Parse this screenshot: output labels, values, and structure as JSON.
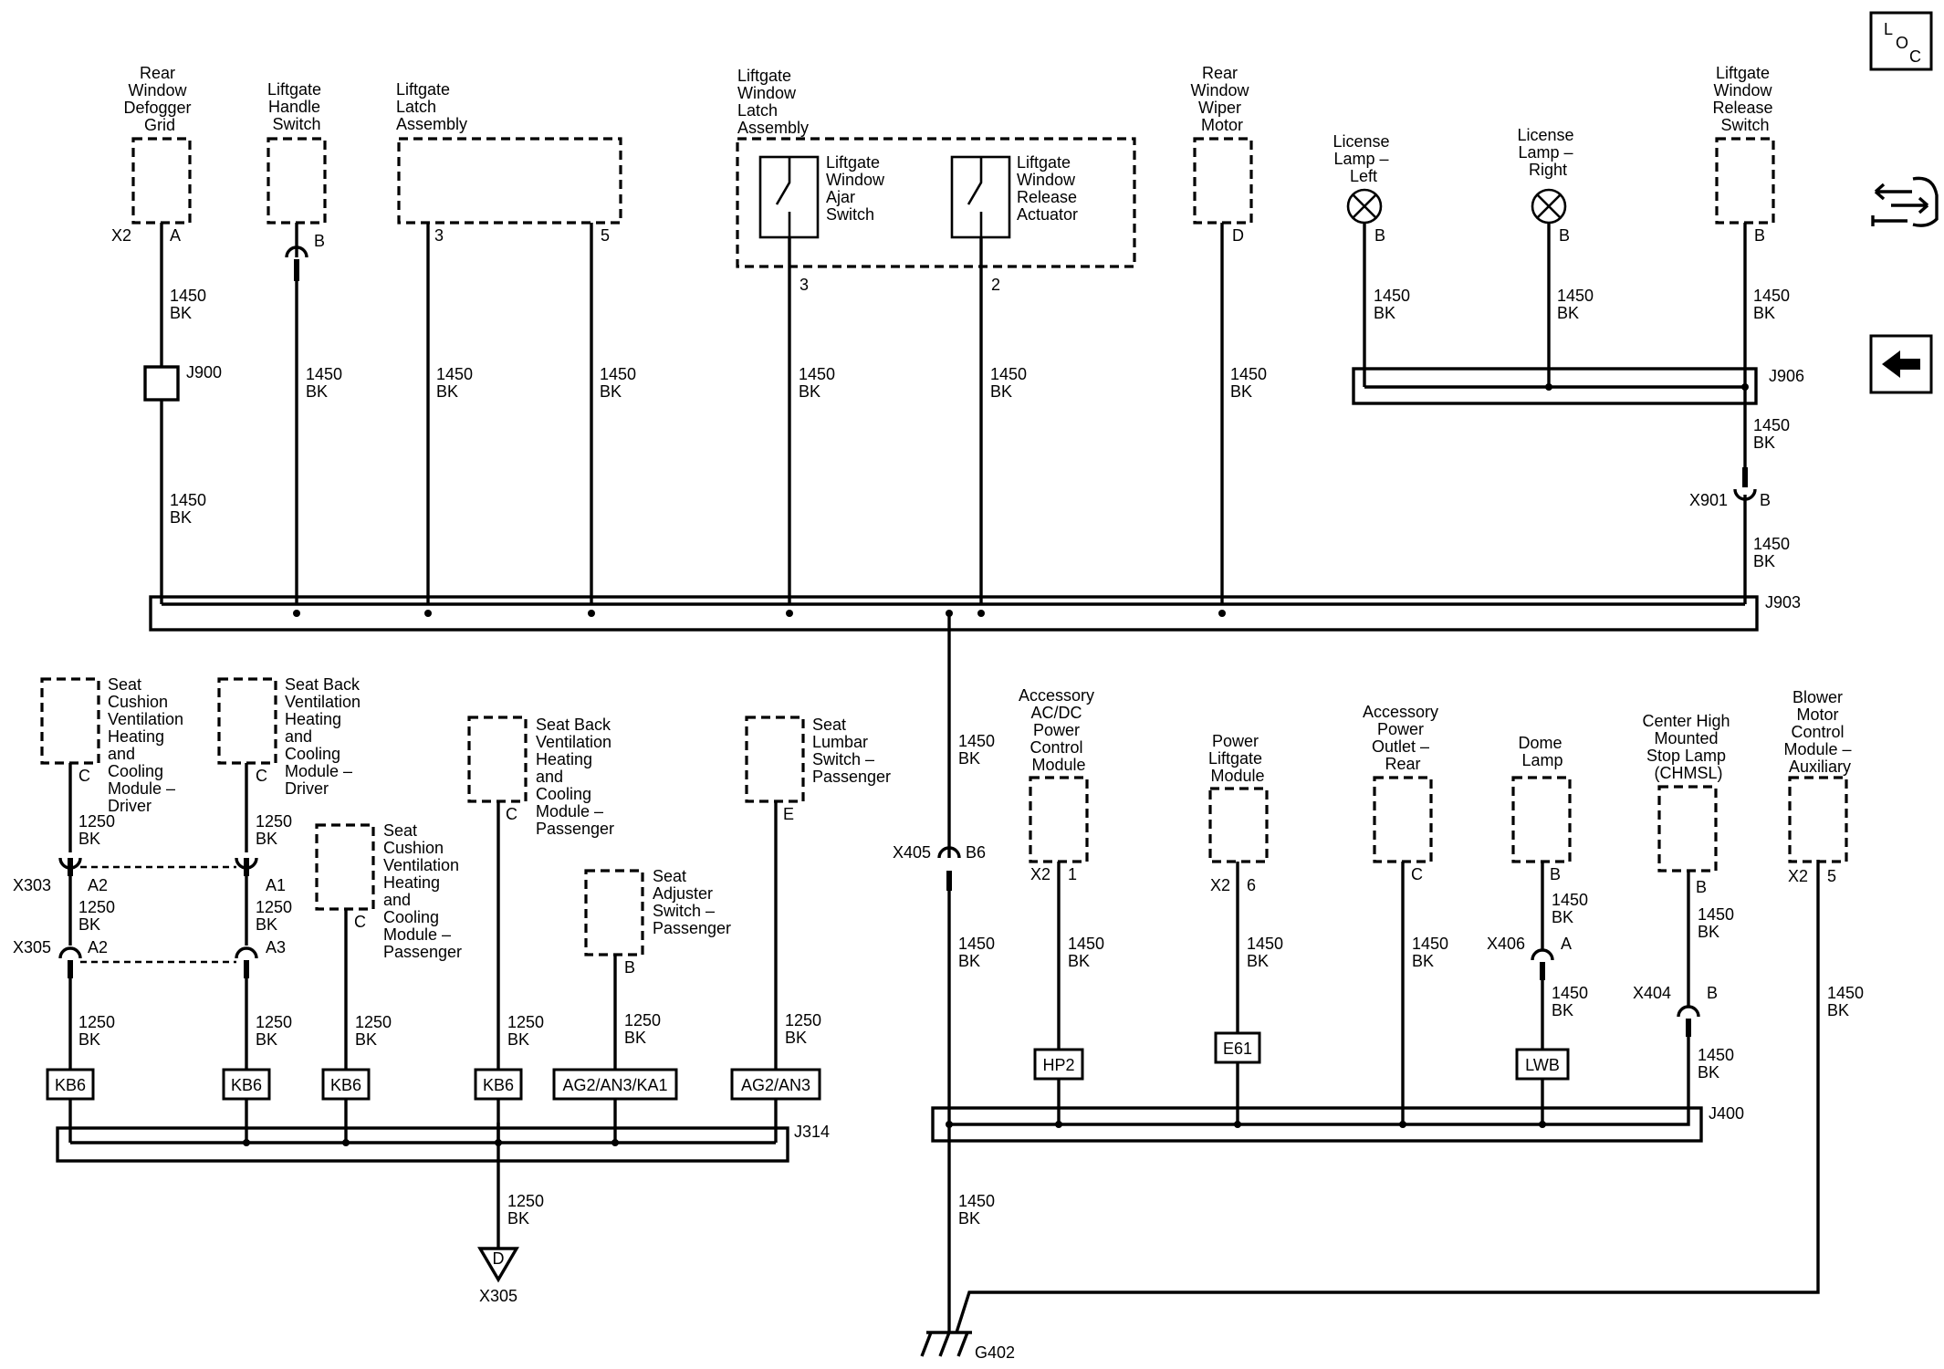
{
  "nav": {
    "loc_L": "L",
    "loc_O": "O",
    "loc_C": "C",
    "loc_icon": "loc-icon",
    "connector_icon": "connector-wrench-icon",
    "back_icon": "back-arrow-icon"
  },
  "wire": {
    "gauge_1450": "1450",
    "gauge_1250": "1250",
    "color": "BK"
  },
  "components": {
    "rear_defogger": [
      "Rear",
      "Window",
      "Defogger",
      "Grid"
    ],
    "handle_switch": [
      "Liftgate",
      "Handle",
      "Switch"
    ],
    "latch_assembly": [
      "Liftgate",
      "Latch",
      "Assembly"
    ],
    "window_latch_assembly": [
      "Liftgate",
      "Window",
      "Latch",
      "Assembly"
    ],
    "ajar_switch": [
      "Liftgate",
      "Window",
      "Ajar",
      "Switch"
    ],
    "release_actuator": [
      "Liftgate",
      "Window",
      "Release",
      "Actuator"
    ],
    "wiper_motor": [
      "Rear",
      "Window",
      "Wiper",
      "Motor"
    ],
    "license_lamp_left": [
      "License",
      "Lamp –",
      "Left"
    ],
    "license_lamp_right": [
      "License",
      "Lamp –",
      "Right"
    ],
    "window_release_switch": [
      "Liftgate",
      "Window",
      "Release",
      "Switch"
    ],
    "seat_cushion_driver": [
      "Seat",
      "Cushion",
      "Ventilation",
      "Heating",
      "and",
      "Cooling",
      "Module –",
      "Driver"
    ],
    "seat_back_driver": [
      "Seat Back",
      "Ventilation",
      "Heating",
      "and",
      "Cooling",
      "Module –",
      "Driver"
    ],
    "seat_cushion_passenger": [
      "Seat",
      "Cushion",
      "Ventilation",
      "Heating",
      "and",
      "Cooling",
      "Module –",
      "Passenger"
    ],
    "seat_back_passenger": [
      "Seat Back",
      "Ventilation",
      "Heating",
      "and",
      "Cooling",
      "Module –",
      "Passenger"
    ],
    "seat_adjuster_passenger": [
      "Seat",
      "Adjuster",
      "Switch –",
      "Passenger"
    ],
    "seat_lumbar_passenger": [
      "Seat",
      "Lumbar",
      "Switch –",
      "Passenger"
    ],
    "accessory_acdc": [
      "Accessory",
      "AC/DC",
      "Power",
      "Control",
      "Module"
    ],
    "power_liftgate": [
      "Power",
      "Liftgate",
      "Module"
    ],
    "accessory_outlet_rear": [
      "Accessory",
      "Power",
      "Outlet –",
      "Rear"
    ],
    "dome_lamp": [
      "Dome",
      "Lamp"
    ],
    "chmsl": [
      "Center High",
      "Mounted",
      "Stop Lamp",
      "(CHMSL)"
    ],
    "blower_aux": [
      "Blower",
      "Motor",
      "Control",
      "Module –",
      "Auxiliary"
    ]
  },
  "pins": {
    "x2": "X2",
    "A": "A",
    "B": "B",
    "C": "C",
    "D": "D",
    "E": "E",
    "p1": "1",
    "p2": "2",
    "p3": "3",
    "p5": "5",
    "p6": "6"
  },
  "connectors": {
    "x901": "X901",
    "x901_pin": "B",
    "x303": "X303",
    "x305": "X305",
    "x303_a2": "A2",
    "x303_a1": "A1",
    "x305_a2": "A2",
    "x305_a3": "A3",
    "x405": "X405",
    "x405_pin": "B6",
    "x406": "X406",
    "x406_pin": "A",
    "x404": "X404",
    "x404_pin": "B",
    "x305_ground": "X305",
    "ground_d": "D"
  },
  "splices": {
    "j900": "J900",
    "j906": "J906",
    "j903": "J903",
    "j314": "J314",
    "j400": "J400"
  },
  "options": {
    "kb6": "KB6",
    "ag2_an3_ka1": "AG2/AN3/KA1",
    "ag2_an3": "AG2/AN3",
    "hp2": "HP2",
    "e61": "E61",
    "lwb": "LWB"
  },
  "ground": {
    "g402": "G402"
  }
}
